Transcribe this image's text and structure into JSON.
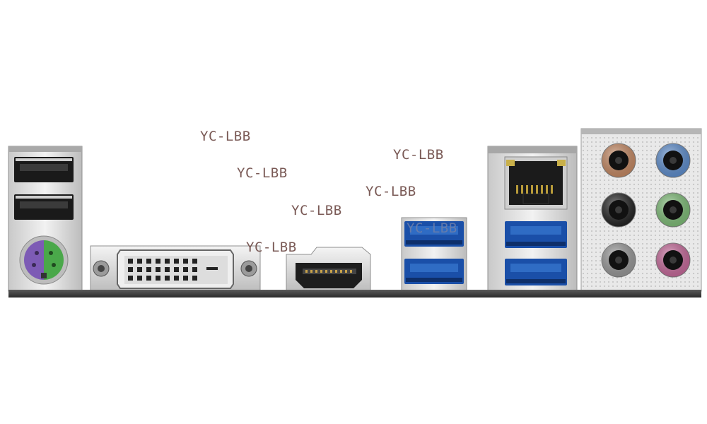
{
  "watermarks": [
    "YC-LBB",
    "YC-LBB",
    "YC-LBB",
    "YC-LBB",
    "YC-LBB",
    "YC-LBB",
    "YC-LBB"
  ],
  "ports": [
    {
      "name": "usb-2.0-pair",
      "count": 2
    },
    {
      "name": "ps2-combo",
      "colors": [
        "#7d5bb5",
        "#4aa84a"
      ]
    },
    {
      "name": "dvi-d"
    },
    {
      "name": "hdmi"
    },
    {
      "name": "usb-3.0-pair",
      "count": 2,
      "color": "#2f6cc4"
    },
    {
      "name": "rj45-lan"
    },
    {
      "name": "usb-3.0-pair-lower",
      "count": 2,
      "color": "#2f6cc4"
    },
    {
      "name": "audio-jacks",
      "colors": [
        "#c88a63",
        "#5e8fd0",
        "#222222",
        "#7fbf78",
        "#9a9a9a",
        "#c96a9c"
      ]
    }
  ]
}
